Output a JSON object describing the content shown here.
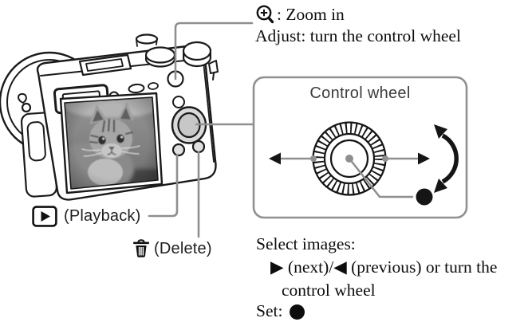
{
  "callouts": {
    "zoom_in": ": Zoom in",
    "adjust": "Adjust: turn the control wheel",
    "playback": "(Playback)",
    "delete": "(Delete)"
  },
  "control_wheel_panel": {
    "title": "Control wheel"
  },
  "select_instructions": {
    "heading": "Select images:",
    "line1": "▶ (next)/◀ (previous) or turn the",
    "line2": "control wheel",
    "set_label": "Set:"
  },
  "icons": {
    "zoom_in": "magnifier-plus-icon",
    "playback": "playback-triangle-box-icon",
    "delete": "trash-icon",
    "set": "filled-circle-icon",
    "rotate": "curved-double-arrow-icon",
    "next": "right-triangle-icon",
    "previous": "left-triangle-icon"
  },
  "colors": {
    "line_art": "#1a1a1a",
    "connector_gray": "#8f8f8f",
    "panel_border": "#909090",
    "wheel_fill": "#d9d9d9",
    "background": "#ffffff",
    "text": "#0d0d0d"
  }
}
